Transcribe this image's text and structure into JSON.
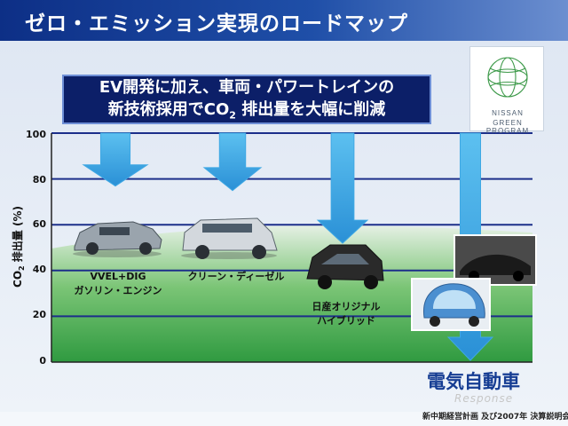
{
  "title": "ゼロ・エミッション実現のロードマップ",
  "headline": {
    "line1": "EV開発に加え、車両・パワートレインの",
    "line2_prefix": "新技術採用でCO",
    "line2_sub": "2",
    "line2_suffix": " 排出量を大幅に削減"
  },
  "logo": {
    "line1": "NISSAN",
    "line2": "GREEN PROGRAM"
  },
  "chart_data": {
    "type": "bar",
    "ylabel_prefix": "CO",
    "ylabel_sub": "2",
    "ylabel_suffix": " 排出量 (%)",
    "yticks": [
      "100",
      "80",
      "60",
      "40",
      "20",
      "0"
    ],
    "ylim": [
      0,
      100
    ],
    "grid": true,
    "categories": [
      {
        "line1": "VVEL+DIG",
        "line2": "ガソリン・エンジン",
        "value": 80
      },
      {
        "line1": "クリーン・ディーゼル",
        "line2": "",
        "value": 78
      },
      {
        "line1": "日産オリジナル",
        "line2": "ハイブリッド",
        "value": 55
      },
      {
        "line1": "電気自動車",
        "line2": "",
        "value": 0
      }
    ]
  },
  "ev_label": "電気自動車",
  "footer": "新中期経営計画 及び2007年 決算説明会",
  "watermark": "Response",
  "colors": {
    "title_bar": "#0d2f86",
    "arrow": "#3fa8e4",
    "band": "#3fa34d",
    "headline_bg": "#0c1f68"
  }
}
